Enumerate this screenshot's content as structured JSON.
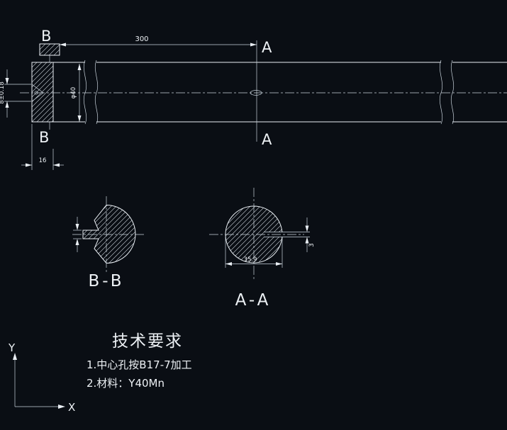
{
  "colors": {
    "background": "#0a0e14",
    "line": "#e9eef3"
  },
  "drawing": {
    "section_markers": {
      "b_top": "B",
      "b_bottom": "B",
      "a_top": "A",
      "a_bottom": "A"
    },
    "dimensions": {
      "shaft_length": "300",
      "end_width": "16",
      "center_hole_height": "8±0.18",
      "shaft_diameter": "φ40",
      "section_width": "35.9",
      "cross_hole": "3"
    },
    "view_labels": {
      "bb": "B-B",
      "aa": "A-A"
    },
    "tech_requirements": {
      "title": "技术要求",
      "items": [
        "1.中心孔按B17-7加工",
        "2.材料：Y40Mn"
      ]
    },
    "ucs": {
      "y_label": "Y",
      "x_label": "X"
    }
  }
}
